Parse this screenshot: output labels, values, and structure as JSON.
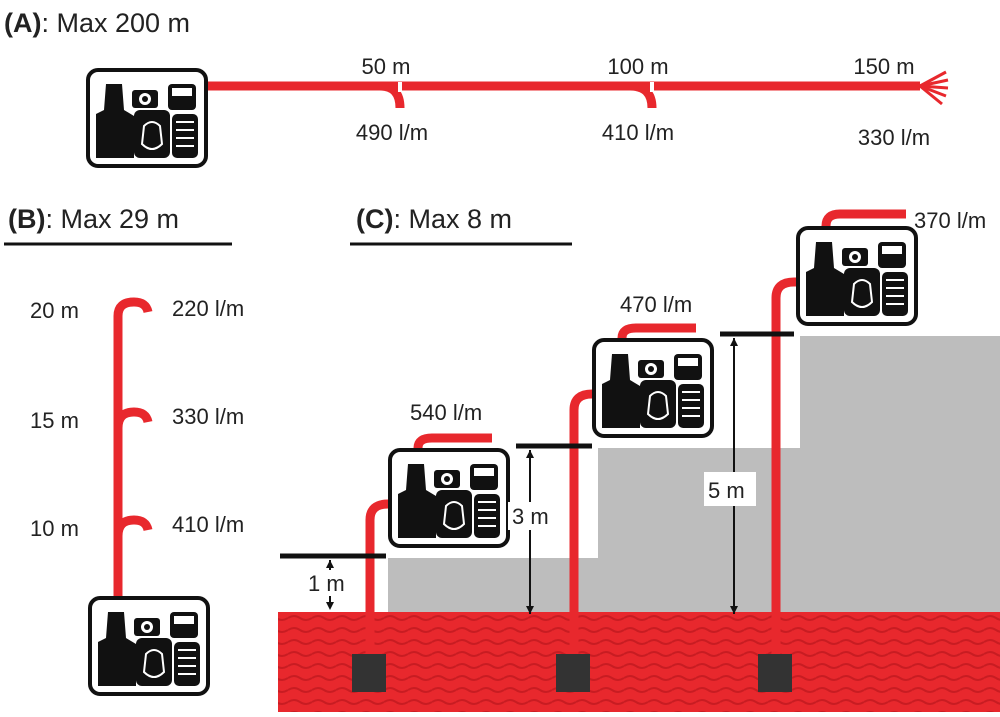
{
  "colors": {
    "hose": "#e8282d",
    "water": "#e8282d",
    "water_wave": "#c81c22",
    "step": "#bdbdbd",
    "pump": "#111111",
    "text": "#222222"
  },
  "section_a": {
    "letter": "(A)",
    "rest": ": Max 200 m",
    "distances": [
      "50 m",
      "100 m",
      "150 m"
    ],
    "flows": [
      "490 l/m",
      "410 l/m",
      "330 l/m"
    ]
  },
  "section_b": {
    "letter": "(B)",
    "rest": ": Max 29 m",
    "heights": [
      "20 m",
      "15 m",
      "10 m"
    ],
    "flows": [
      "220 l/m",
      "330 l/m",
      "410 l/m"
    ]
  },
  "section_c": {
    "letter": "(C)",
    "rest": ": Max 8 m",
    "suction_heights": [
      "1 m",
      "3 m",
      "5 m"
    ],
    "flows": [
      "540 l/m",
      "470 l/m",
      "370 l/m"
    ]
  },
  "icons": {
    "pump": "water-pump-icon",
    "nozzle": "spray-nozzle-icon",
    "strainer": "strainer-icon"
  }
}
